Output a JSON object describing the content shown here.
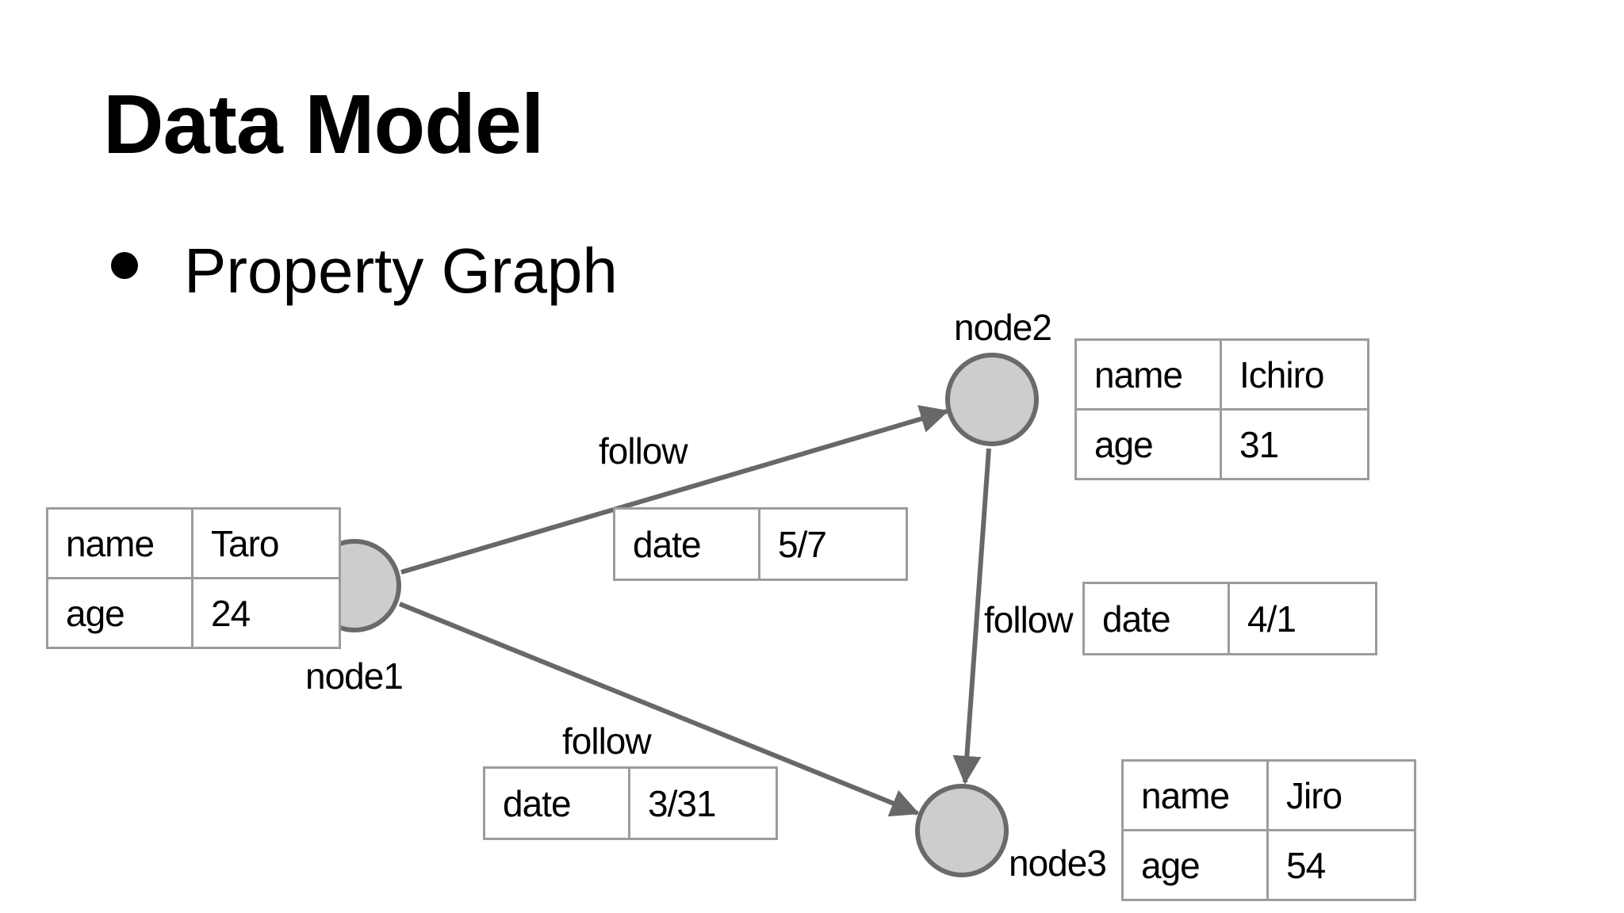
{
  "slide": {
    "title": "Data Model",
    "bullet_text": "Property Graph"
  },
  "nodes": [
    {
      "id": "node1",
      "label": "node1",
      "properties": [
        [
          "name",
          "Taro"
        ],
        [
          "age",
          "24"
        ]
      ]
    },
    {
      "id": "node2",
      "label": "node2",
      "properties": [
        [
          "name",
          "Ichiro"
        ],
        [
          "age",
          "31"
        ]
      ]
    },
    {
      "id": "node3",
      "label": "node3",
      "properties": [
        [
          "name",
          "Jiro"
        ],
        [
          "age",
          "54"
        ]
      ]
    }
  ],
  "edges": [
    {
      "from": "node1",
      "to": "node2",
      "label": "follow",
      "properties": [
        [
          "date",
          "5/7"
        ]
      ]
    },
    {
      "from": "node2",
      "to": "node3",
      "label": "follow",
      "properties": [
        [
          "date",
          "4/1"
        ]
      ]
    },
    {
      "from": "node1",
      "to": "node3",
      "label": "follow",
      "properties": [
        [
          "date",
          "3/31"
        ]
      ]
    }
  ],
  "colors": {
    "text": "#000000",
    "node_fill": "#cdcdcd",
    "node_stroke": "#6a6a6a",
    "edge": "#686868",
    "table_border": "#9c9c9c"
  }
}
